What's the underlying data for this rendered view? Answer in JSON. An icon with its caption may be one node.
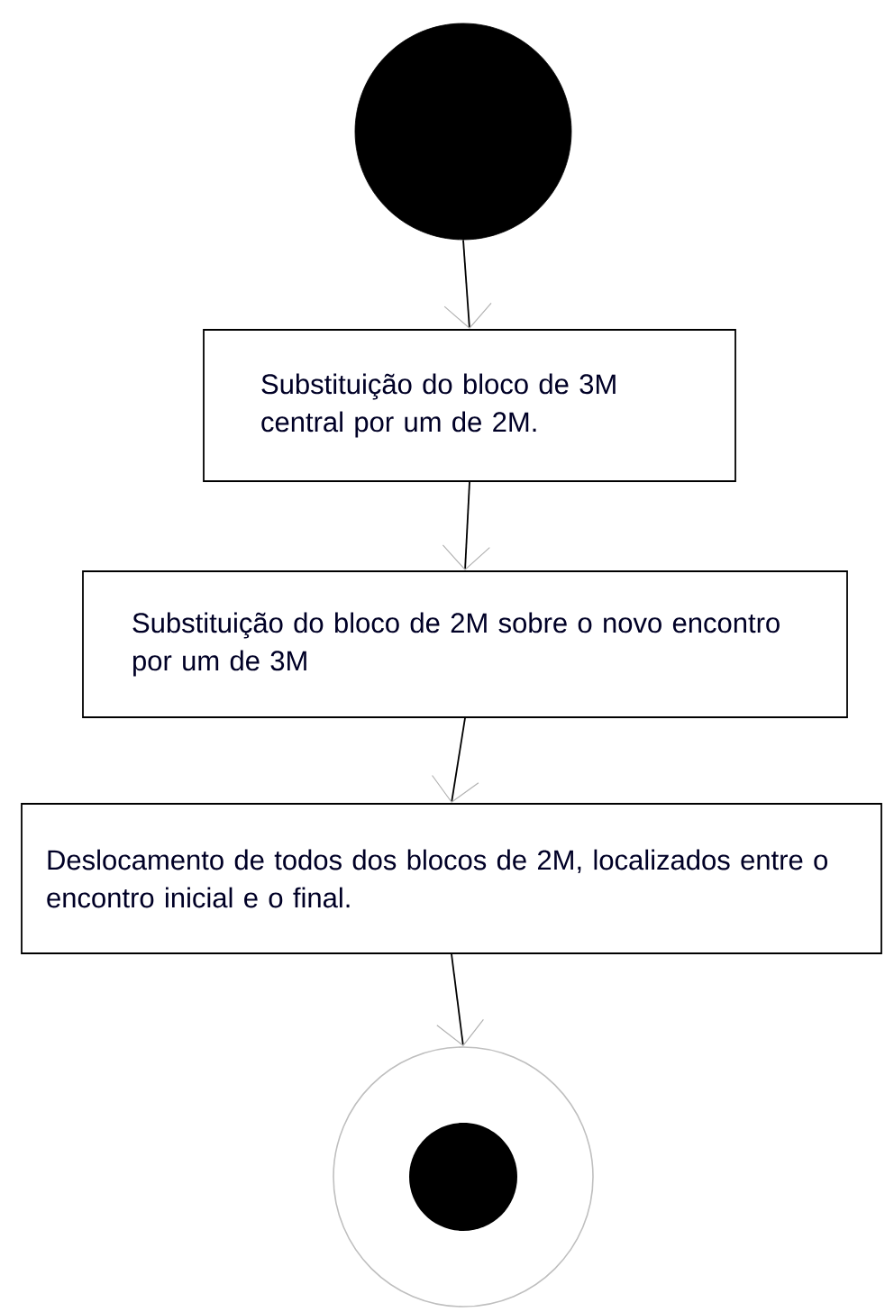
{
  "diagram": {
    "nodes": [
      {
        "text": [],
        "shape": "circle"
      },
      {
        "text": [
          "Substituição do bloco de 3M central por um de 2M."
        ]
      },
      {
        "text": [
          "Substituição do bloco de 2M sobre o novo encontro por um de 3M"
        ]
      },
      {
        "text": [
          "Deslocamento de todos dos blocos de 2M, localizados entre o encontro inicial e o final."
        ]
      },
      {
        "text": [],
        "shape": "circle"
      }
    ],
    "edges": [
      {
        "from": 0,
        "to": 1,
        "arrow": "to"
      },
      {
        "from": 1,
        "to": 2,
        "arrow": "to"
      },
      {
        "from": 2,
        "to": 3,
        "arrow": "to"
      },
      {
        "from": 3,
        "to": 4,
        "arrow": "to"
      }
    ]
  }
}
